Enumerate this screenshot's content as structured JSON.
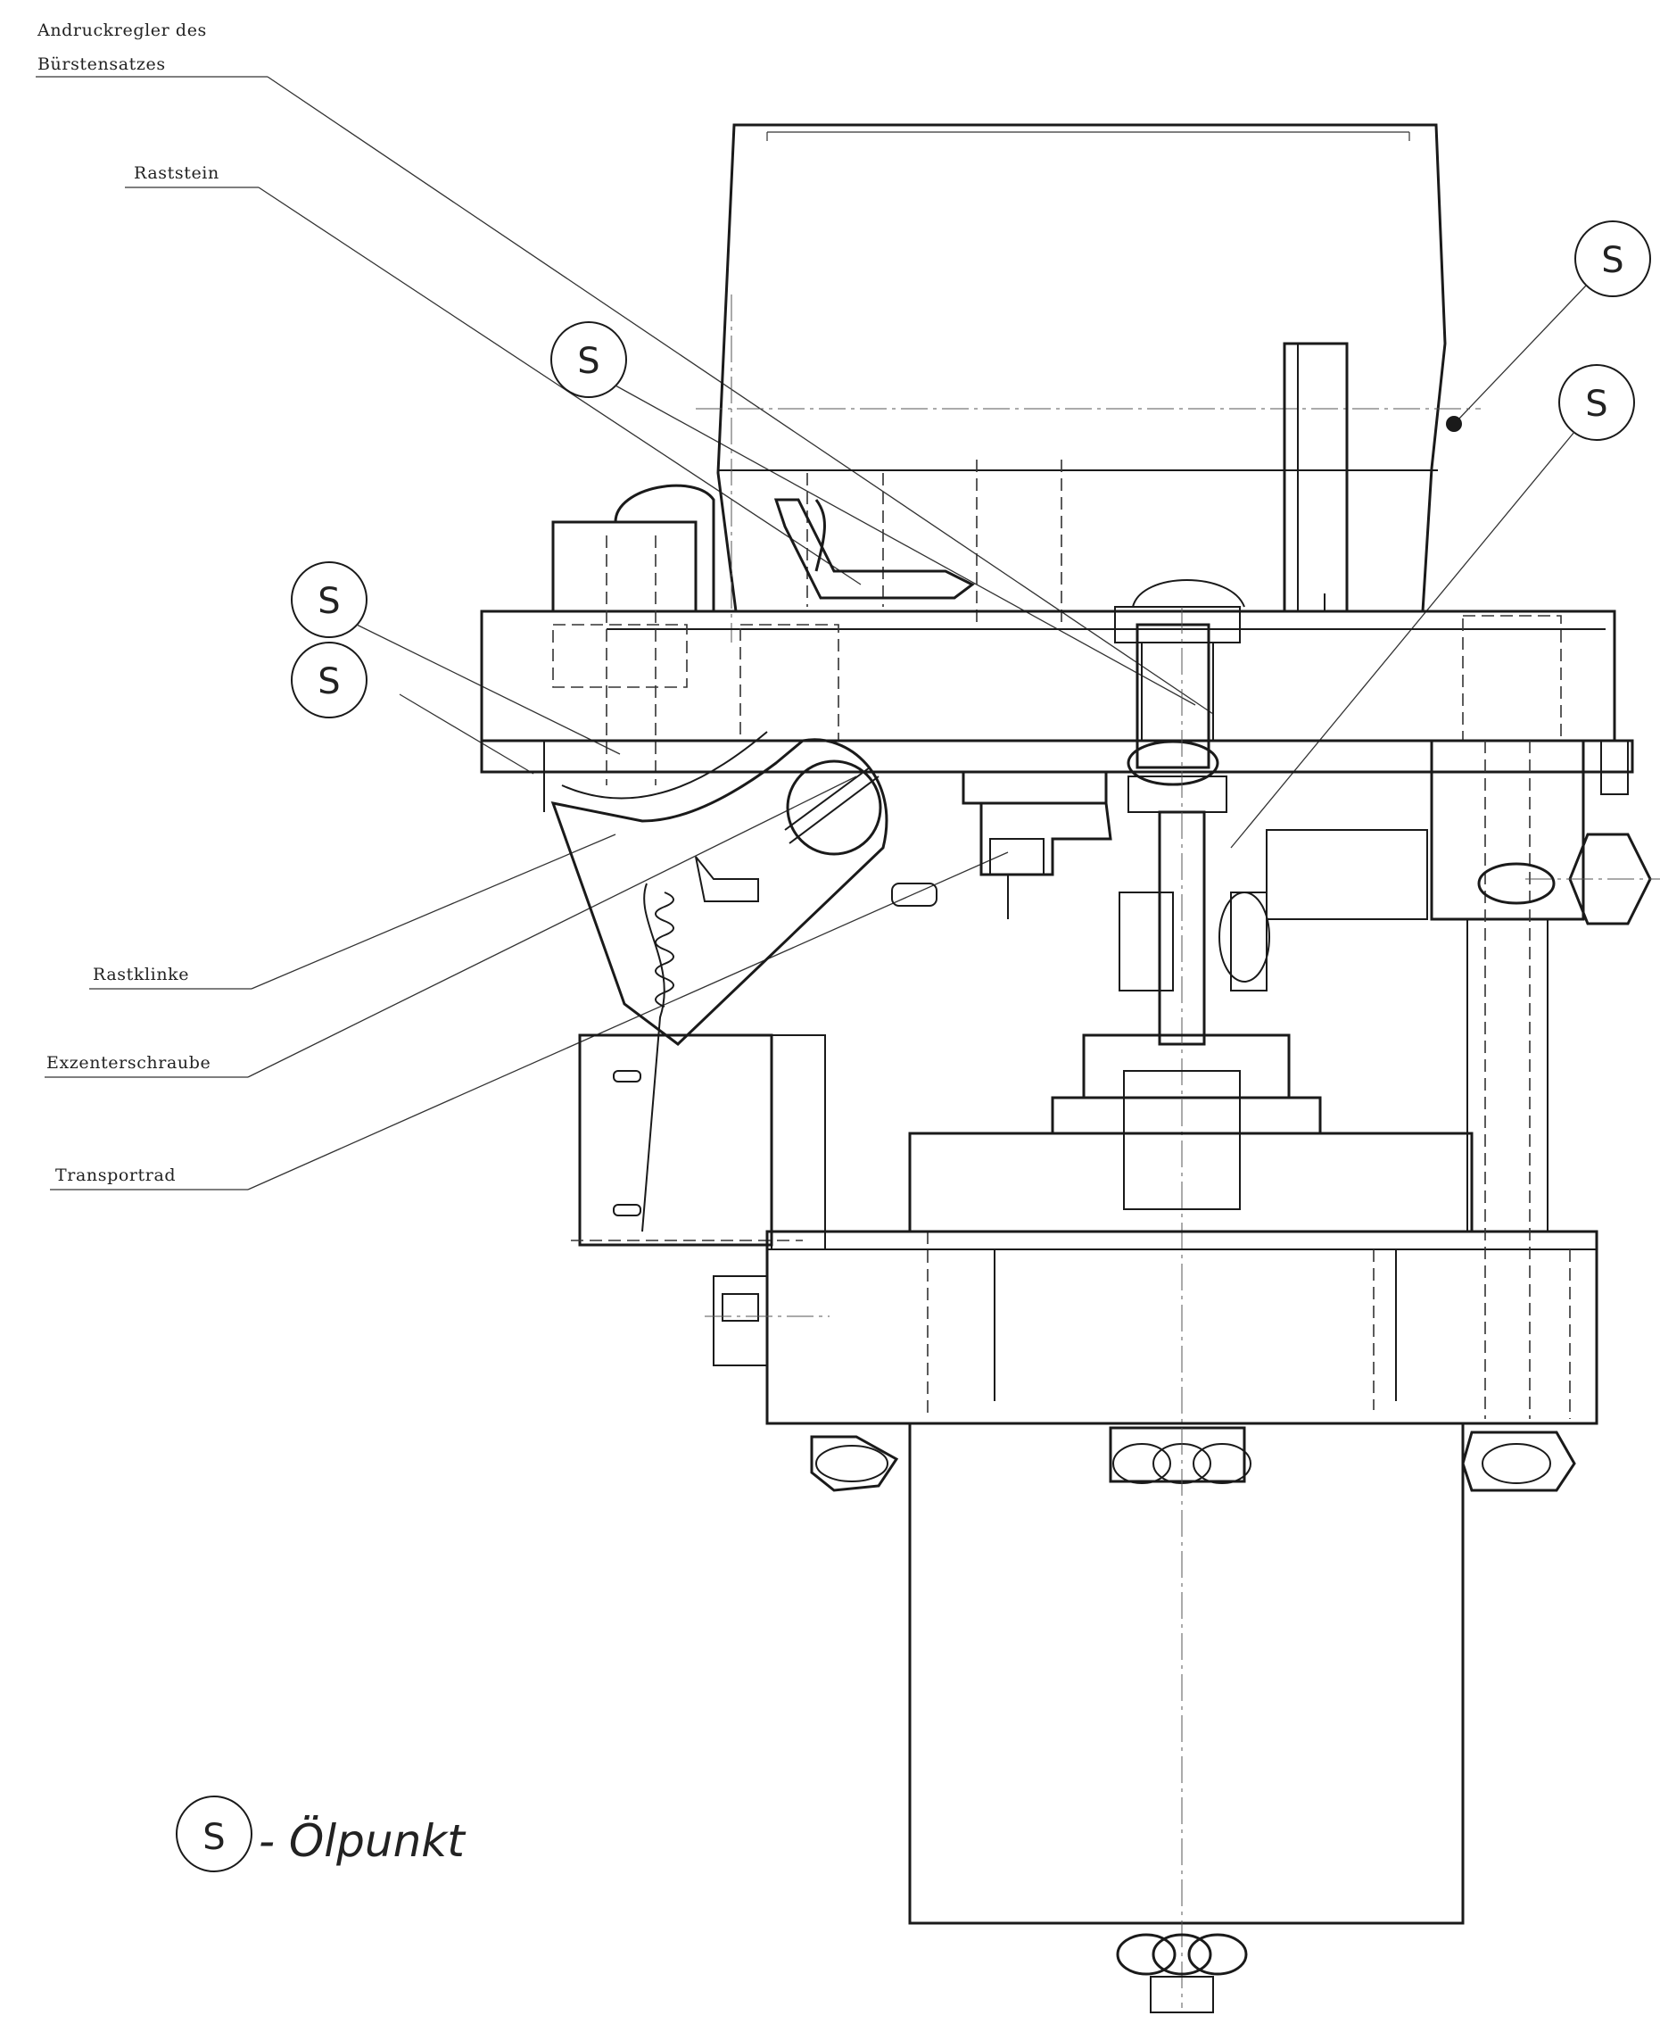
{
  "labels": {
    "andruckregler_line1": "Andruckregler des",
    "andruckregler_line2": "Bürstensatzes",
    "raststein": "Raststein",
    "rastklinke": "Rastklinke",
    "exzenterschraube": "Exzenterschraube",
    "transportrad": "Transportrad"
  },
  "oil_point_symbol": "S",
  "legend": {
    "symbol": "S",
    "text": "- Ölpunkt"
  }
}
